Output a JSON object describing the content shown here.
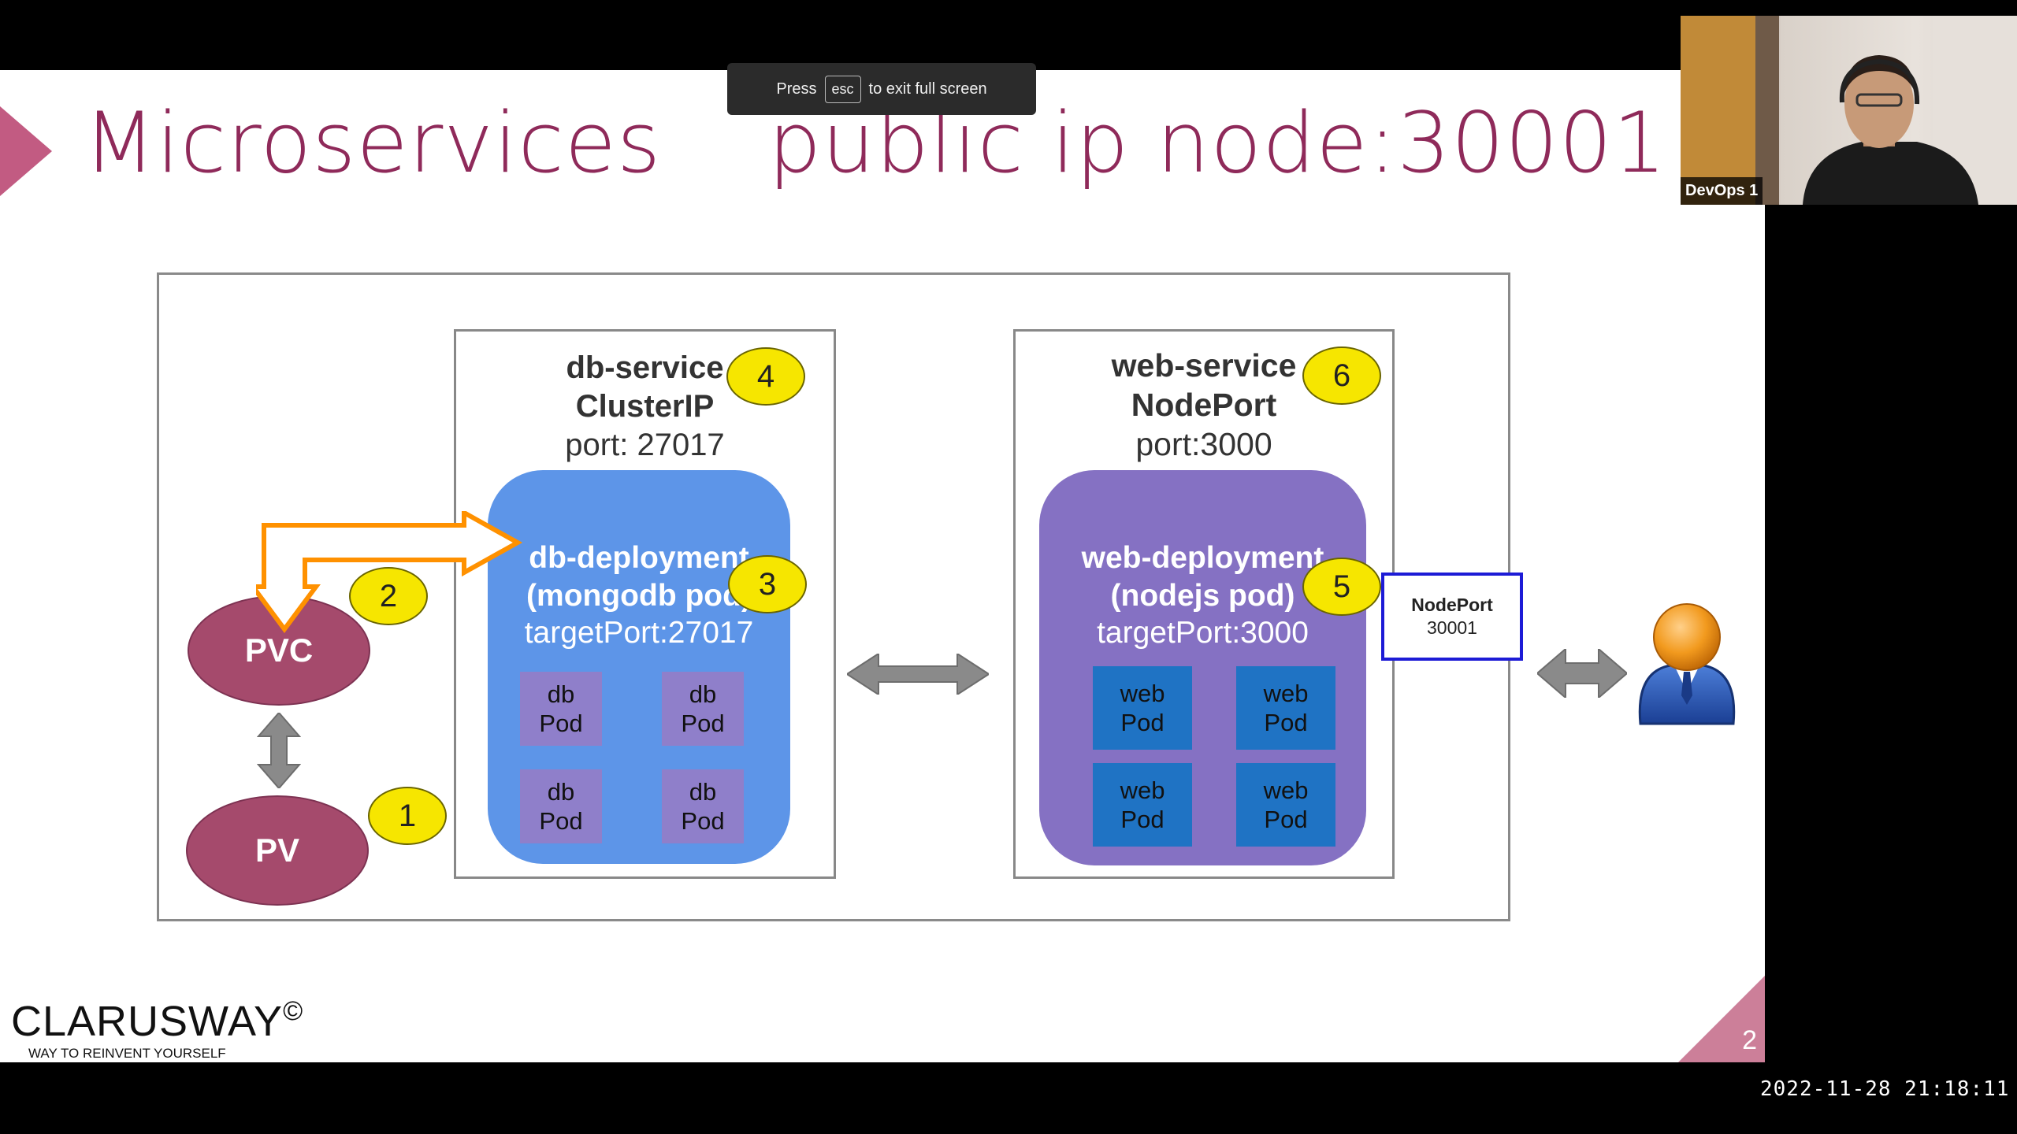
{
  "slide": {
    "title_left": "Microservices",
    "title_right": "public ip node:30001",
    "page_number": "2",
    "brand": {
      "name": "CLARUSWAY",
      "mark": "©",
      "tagline": "WAY TO REINVENT YOURSELF"
    }
  },
  "fullscreen_toast": {
    "before": "Press",
    "key": "esc",
    "after": "to exit full screen"
  },
  "webcam": {
    "name": "DevOps 1"
  },
  "timestamp": "2022-11-28 21:18:11",
  "diagram": {
    "db_service": {
      "line1": "db-service",
      "line2": "ClusterIP",
      "line3": "port: 27017",
      "badge": "4"
    },
    "db_deployment": {
      "line1": "db-deployment",
      "line2": "(mongodb pod)",
      "line3": "targetPort:27017",
      "badge": "3",
      "pods": [
        {
          "line1": "db",
          "line2": "Pod"
        },
        {
          "line1": "db",
          "line2": "Pod"
        },
        {
          "line1": "db",
          "line2": "Pod"
        },
        {
          "line1": "db",
          "line2": "Pod"
        }
      ]
    },
    "web_service": {
      "line1": "web-service",
      "line2": "NodePort",
      "line3": "port:3000",
      "badge": "6"
    },
    "web_deployment": {
      "line1": "web-deployment",
      "line2": "(nodejs pod)",
      "line3": "targetPort:3000",
      "badge": "5",
      "pods": [
        {
          "line1": "web",
          "line2": "Pod"
        },
        {
          "line1": "web",
          "line2": "Pod"
        },
        {
          "line1": "web",
          "line2": "Pod"
        },
        {
          "line1": "web",
          "line2": "Pod"
        }
      ]
    },
    "pvc": {
      "label": "PVC",
      "badge": "2"
    },
    "pv": {
      "label": "PV",
      "badge": "1"
    },
    "nodeport": {
      "title": "NodePort",
      "port": "30001"
    },
    "colors": {
      "accent": "#8f2a5a",
      "ellipse": "#a54a6c",
      "db_blue": "#5d95e8",
      "web_purple": "#8571c3",
      "web_pod": "#1f73c4",
      "db_pod": "#8f7fca",
      "badge": "#f6e600",
      "orange": "#ff9100",
      "nodeport_border": "#1d1bd6"
    }
  }
}
